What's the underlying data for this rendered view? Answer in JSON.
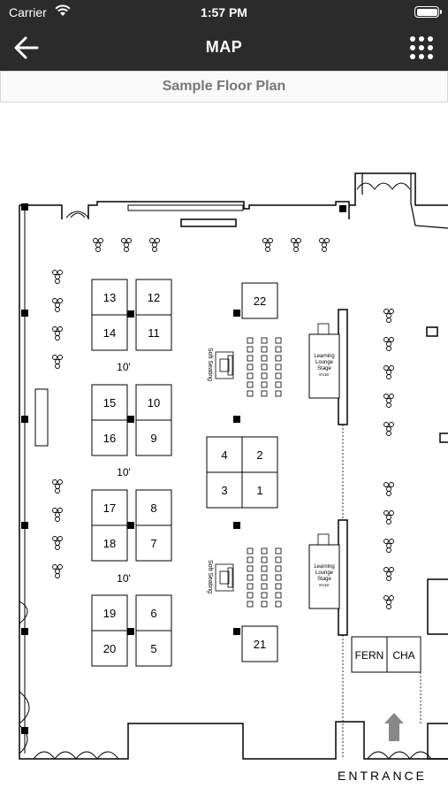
{
  "status": {
    "carrier": "Carrier",
    "time": "1:57 PM"
  },
  "nav": {
    "title": "MAP",
    "back_icon": "arrow-left-icon",
    "menu_icon": "grid-dots-icon"
  },
  "subtitle": "Sample Floor Plan",
  "map": {
    "booths": [
      "13",
      "12",
      "14",
      "11",
      "15",
      "10",
      "16",
      "9",
      "17",
      "8",
      "18",
      "7",
      "19",
      "6",
      "20",
      "5",
      "4",
      "2",
      "3",
      "1",
      "22",
      "21"
    ],
    "spacers": [
      "10'",
      "10'",
      "10'"
    ],
    "soft_seating": [
      "Soft Seating",
      "Soft Seating"
    ],
    "lounge": [
      {
        "line1": "Learning",
        "line2": "Lounge",
        "line3": "Stage",
        "line4": "8'x16'"
      },
      {
        "line1": "Learning",
        "line2": "Lounge",
        "line3": "Stage",
        "line4": "8'x16'"
      }
    ],
    "rooms": [
      "FERN",
      "CHA"
    ],
    "entrance": "ENTRANCE"
  }
}
